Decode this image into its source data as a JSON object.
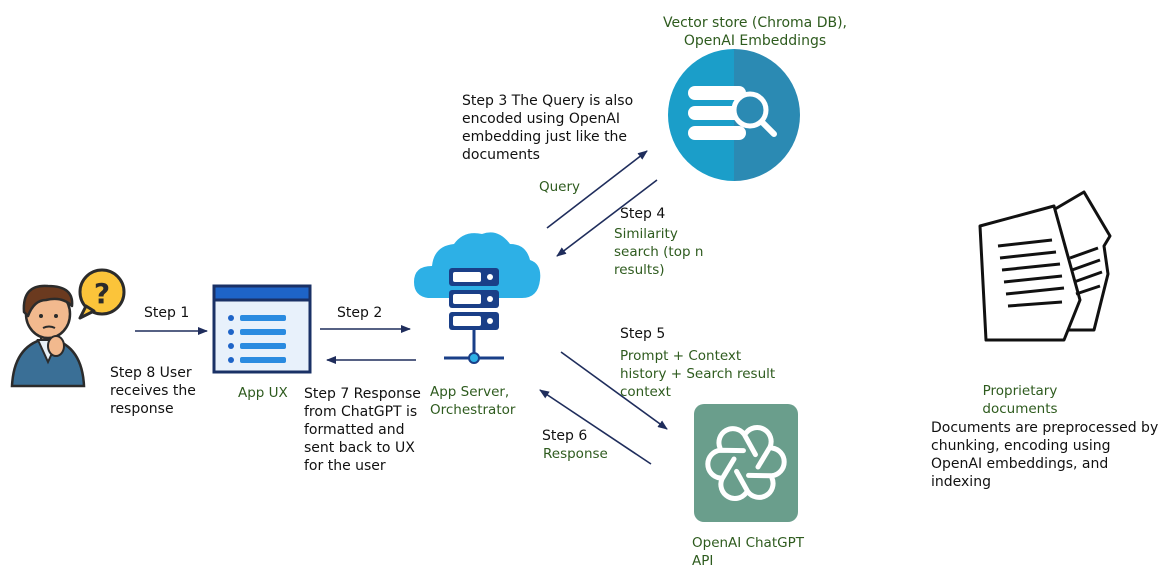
{
  "colors": {
    "arrow": "#1f2d5c",
    "label_green": "#2e5b1e",
    "text": "#111111",
    "vector_store_left": "#1b9ec9",
    "vector_store_right": "#2b8ab3",
    "chatgpt_bg": "#6a9e8c",
    "cloud_blue": "#2db0e6",
    "server_dark": "#1a3f88"
  },
  "nodes": {
    "user": {
      "icon": "person-question-icon"
    },
    "app_ux": {
      "label": "App UX",
      "icon": "browser-window-icon"
    },
    "app_server": {
      "label": "App Server,\nOrchestrator",
      "icon": "cloud-server-icon"
    },
    "vector_store": {
      "label": "Vector store (Chroma DB),\nOpenAI Embeddings",
      "icon": "database-search-icon"
    },
    "chatgpt": {
      "label": "OpenAI ChatGPT\nAPI",
      "icon": "openai-logo-icon"
    },
    "documents": {
      "label": "Proprietary\ndocuments",
      "description": "Documents are preprocessed by\nchunking, encoding using\nOpenAI embeddings, and\nindexing",
      "icon": "documents-icon"
    }
  },
  "steps": {
    "step1": "Step 1",
    "step2": "Step 2",
    "step3": "Step 3 The Query is also\nencoded using OpenAI\nembedding just like the\ndocuments",
    "step3_label": "Query",
    "step4": "Step 4",
    "step4_label": "Similarity\nsearch (top n\nresults)",
    "step5": "Step 5",
    "step5_label": "Prompt + Context\nhistory + Search result\ncontext",
    "step6": "Step 6",
    "step6_label": "Response",
    "step7": "Step 7 Response\nfrom ChatGPT is\nformatted and\nsent back to UX\nfor the user",
    "step8": "Step 8 User\nreceives the\nresponse"
  }
}
